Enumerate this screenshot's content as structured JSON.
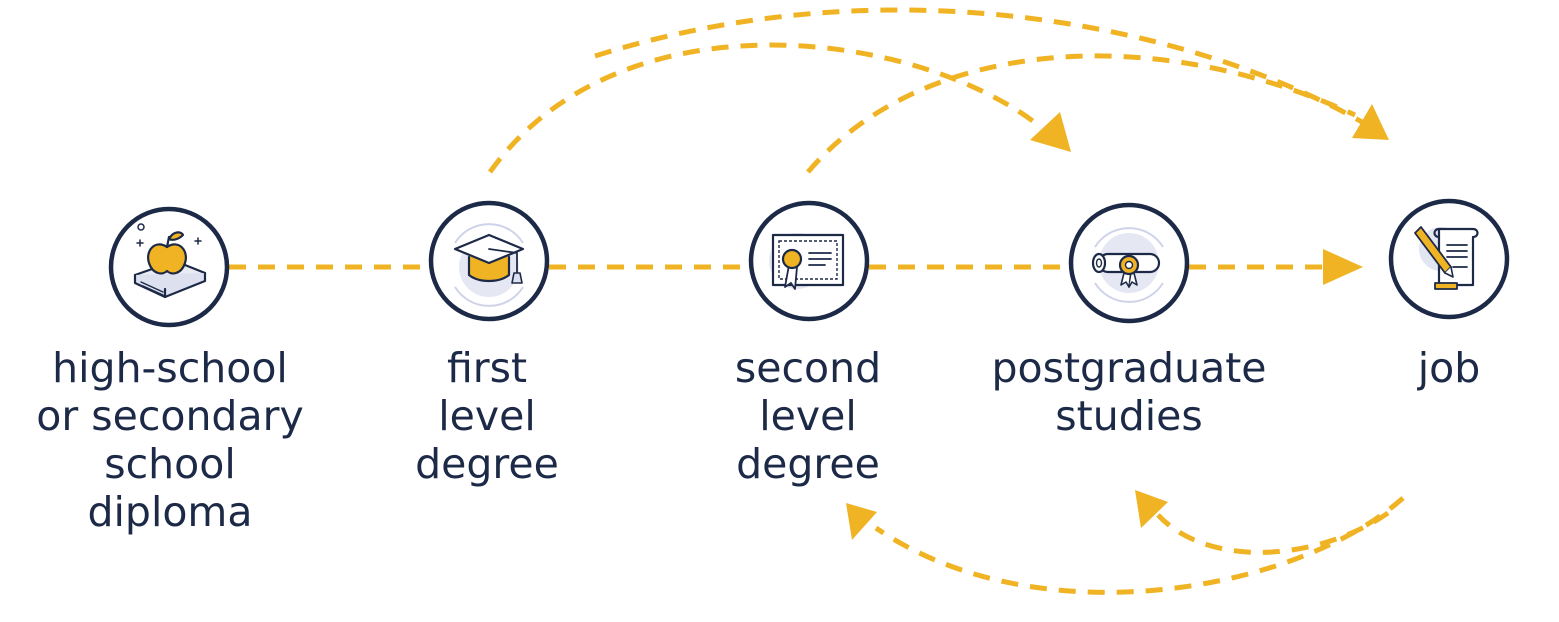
{
  "colors": {
    "navy": "#1d2a47",
    "accent": "#f0b323",
    "halo": "#cfd3ea",
    "icon_light": "#dde0ef"
  },
  "nodes": [
    {
      "id": "high-school",
      "icon": "apple-on-book-icon",
      "label_lines": [
        "high-school",
        "or secondary",
        "school",
        "diploma"
      ]
    },
    {
      "id": "first-level",
      "icon": "graduation-cap-icon",
      "label_lines": [
        "first",
        "level",
        "degree"
      ]
    },
    {
      "id": "second-level",
      "icon": "certificate-icon",
      "label_lines": [
        "second",
        "level",
        "degree"
      ]
    },
    {
      "id": "postgraduate",
      "icon": "diploma-scroll-icon",
      "label_lines": [
        "postgraduate",
        "studies"
      ]
    },
    {
      "id": "job",
      "icon": "contract-signing-icon",
      "label_lines": [
        "job"
      ]
    }
  ],
  "edges": [
    {
      "from": "high-school",
      "to": "first-level",
      "style": "dashed"
    },
    {
      "from": "first-level",
      "to": "second-level",
      "style": "dashed"
    },
    {
      "from": "second-level",
      "to": "postgraduate",
      "style": "dashed"
    },
    {
      "from": "postgraduate",
      "to": "job",
      "style": "dashed-arrow"
    },
    {
      "from": "first-level",
      "to": "postgraduate",
      "style": "dashed-arrow"
    },
    {
      "from": "first-level",
      "to": "job",
      "style": "dashed-arrow"
    },
    {
      "from": "second-level",
      "to": "job",
      "style": "dashed-arrow"
    },
    {
      "from": "job",
      "to": "postgraduate",
      "style": "dashed-arrow"
    },
    {
      "from": "job",
      "to": "second-level",
      "style": "dashed-arrow"
    }
  ]
}
